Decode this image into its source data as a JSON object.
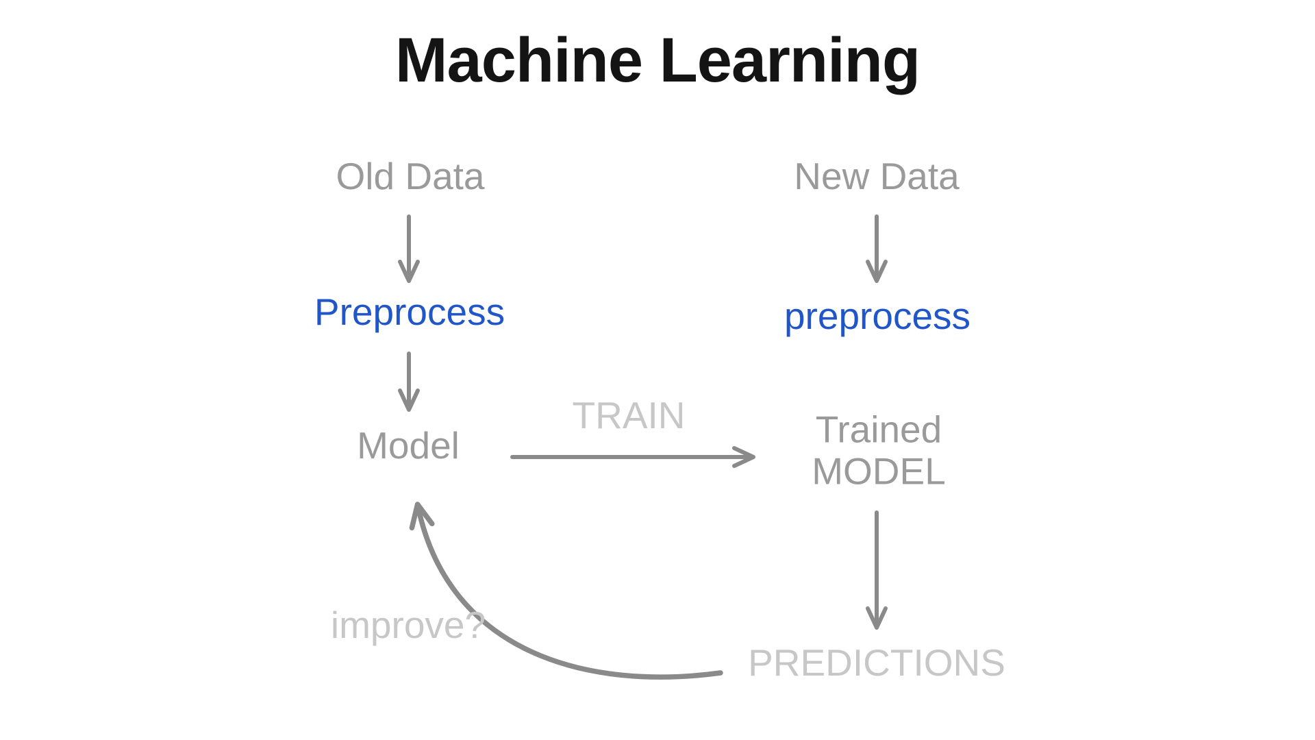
{
  "title": "Machine Learning",
  "nodes": {
    "old_data": "Old Data",
    "new_data": "New Data",
    "preprocess_left": "Preprocess",
    "preprocess_right": "preprocess",
    "model": "Model",
    "trained_line1": "Trained",
    "trained_line2": "MODEL",
    "predictions": "PREDICTIONS"
  },
  "edge_labels": {
    "train": "TRAIN",
    "improve": "improve?"
  },
  "colors": {
    "title_text": "#141414",
    "node_gray": "#9a9a9a",
    "accent_blue": "#2156c8",
    "faint_gray": "#c7c7c7",
    "arrow_gray": "#8a8a8a"
  }
}
